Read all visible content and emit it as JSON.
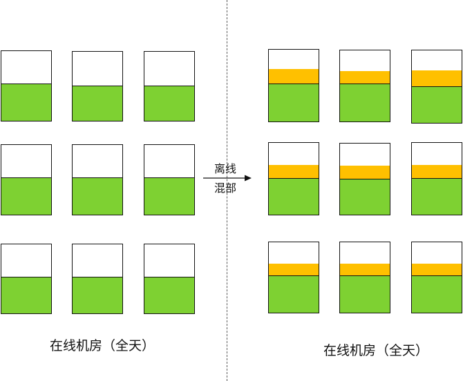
{
  "colors": {
    "used": "#7ed132",
    "offline": "#ffc000",
    "free": "#ffffff",
    "border": "#111111"
  },
  "left_panel": {
    "caption": "在线机房（全天）",
    "servers": [
      {
        "used": 0.52
      },
      {
        "used": 0.5
      },
      {
        "used": 0.5
      },
      {
        "used": 0.52
      },
      {
        "used": 0.52
      },
      {
        "used": 0.52
      },
      {
        "used": 0.52
      },
      {
        "used": 0.52
      },
      {
        "used": 0.52
      }
    ]
  },
  "right_panel": {
    "caption": "在线机房（全天）",
    "servers": [
      {
        "used": 0.52,
        "offline": 0.21
      },
      {
        "used": 0.52,
        "offline": 0.19
      },
      {
        "used": 0.5,
        "offline": 0.22
      },
      {
        "used": 0.5,
        "offline": 0.19
      },
      {
        "used": 0.5,
        "offline": 0.19
      },
      {
        "used": 0.5,
        "offline": 0.19
      },
      {
        "used": 0.52,
        "offline": 0.18
      },
      {
        "used": 0.52,
        "offline": 0.18
      },
      {
        "used": 0.52,
        "offline": 0.18
      }
    ]
  },
  "arrow": {
    "label_line1": "离线",
    "label_line2": "混部"
  }
}
